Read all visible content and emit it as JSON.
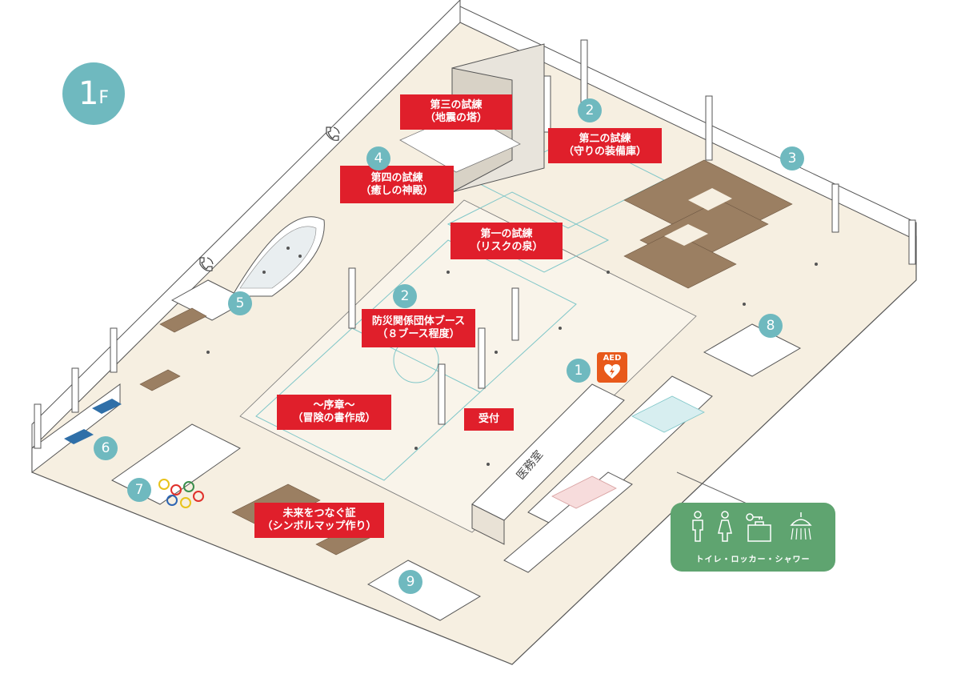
{
  "floor": {
    "number": "1",
    "suffix": "F"
  },
  "labels": {
    "trial3": [
      "第三の試練",
      "（地震の塔）"
    ],
    "trial2": [
      "第二の試練",
      "（守りの装備庫）"
    ],
    "trial4": [
      "第四の試練",
      "（癒しの神殿）"
    ],
    "trial1": [
      "第一の試練",
      "（リスクの泉）"
    ],
    "booth": [
      "防災関係団体ブース",
      "（８ブース程度）"
    ],
    "prologue": [
      "〜序章〜",
      "（冒険の書作成）"
    ],
    "reception": [
      "受付"
    ],
    "future": [
      "未来をつなぐ証",
      "（シンボルマップ作り）"
    ]
  },
  "markers": [
    "1",
    "2",
    "2",
    "3",
    "4",
    "5",
    "6",
    "7",
    "8",
    "9"
  ],
  "aed": {
    "text": "AED"
  },
  "office_text": "医務室",
  "facility": {
    "caption": "トイレ・ロッカー・シャワー",
    "icons": [
      "male-icon",
      "female-icon",
      "locker-icon",
      "shower-icon"
    ]
  },
  "colors": {
    "label_red": "#e01f2b",
    "marker_teal": "#6fb9bf",
    "facility_green": "#5fa470",
    "aed_orange": "#e8591b",
    "floor_beige": "#f6efe1",
    "wall": "#ffffff",
    "line": "#555555",
    "tile_brown": "#9b7f62"
  }
}
